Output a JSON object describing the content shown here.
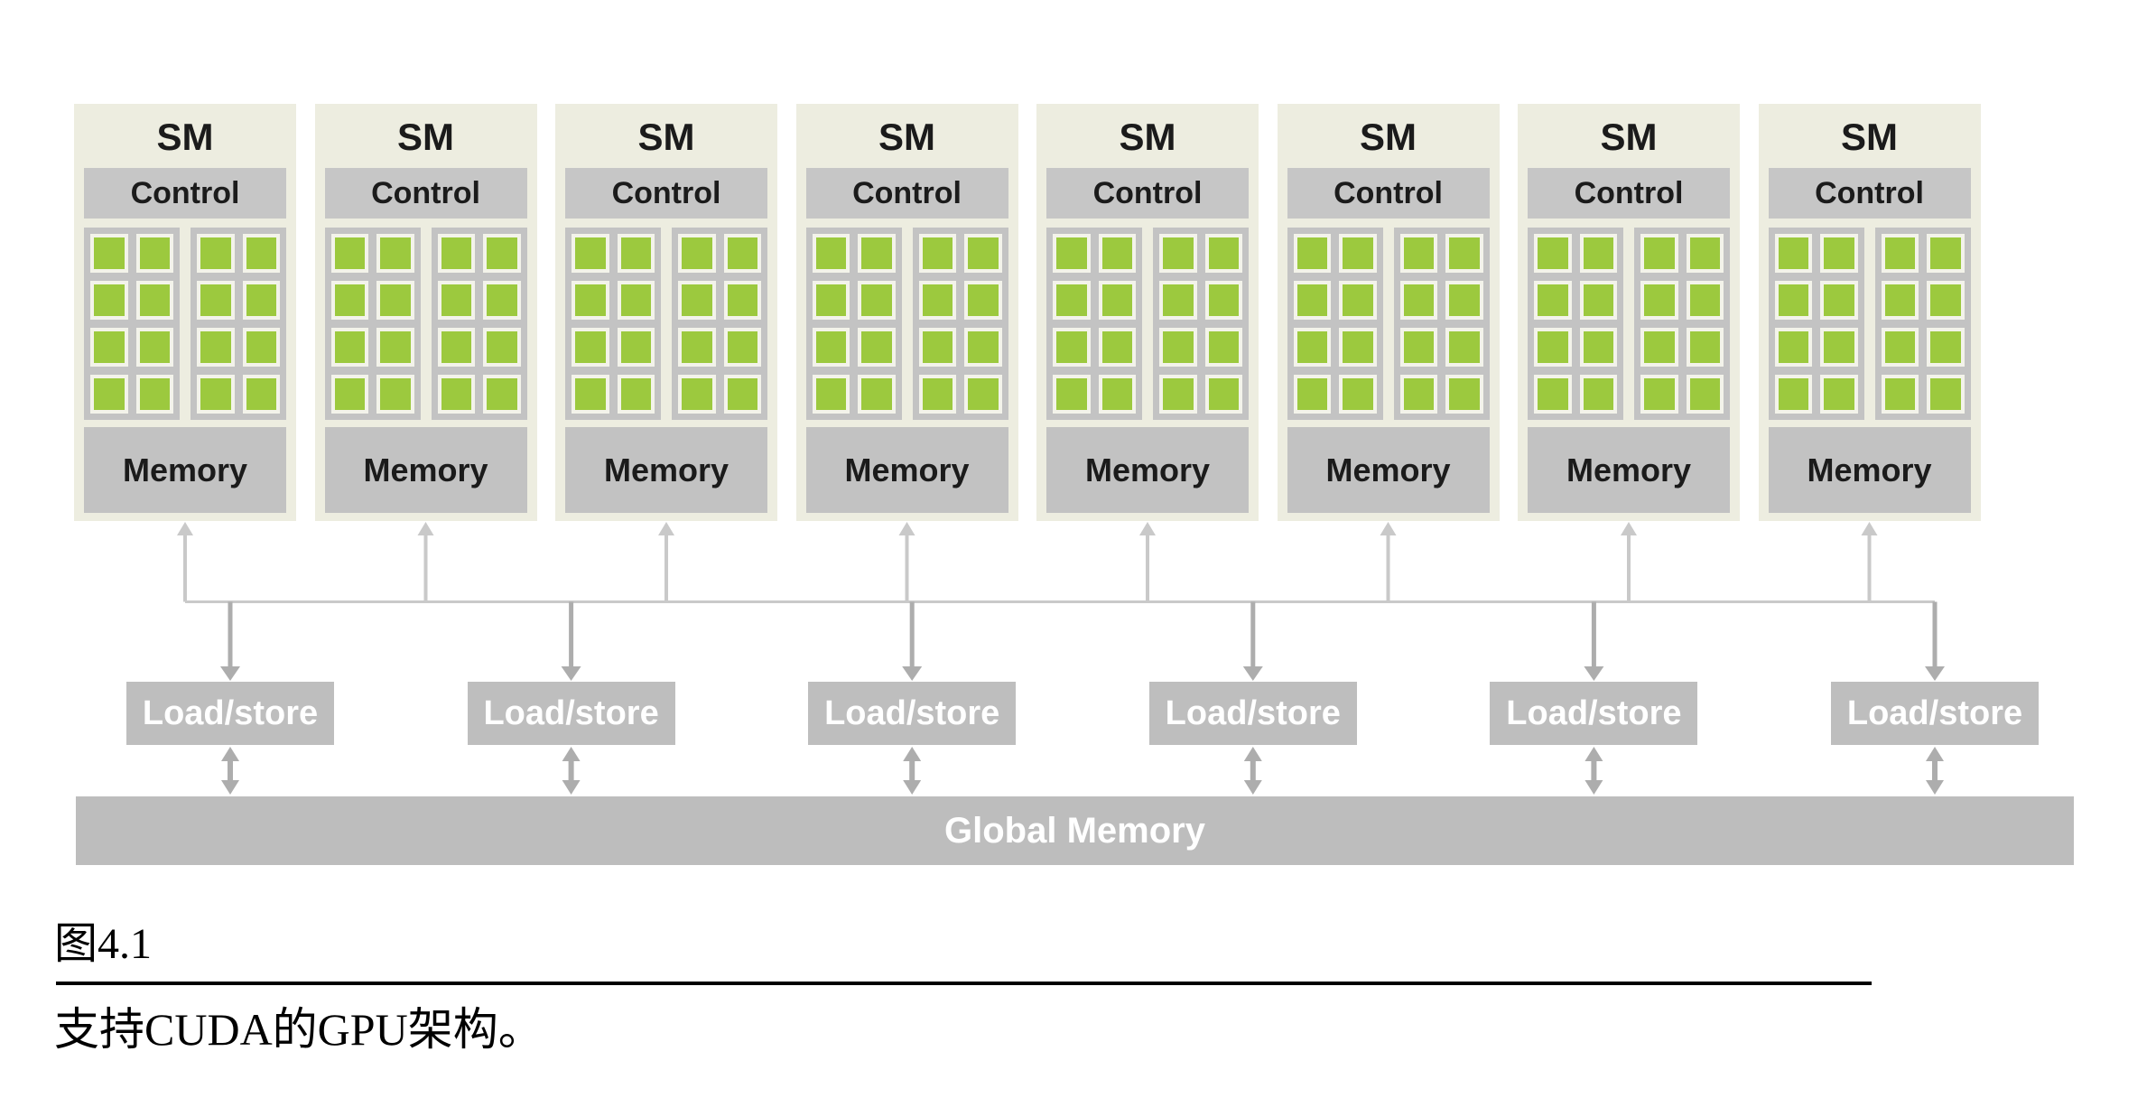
{
  "figure": {
    "sm": {
      "label": "SM",
      "control_label": "Control",
      "memory_label": "Memory",
      "count": 8,
      "core_panels": 2,
      "core_rows": 4,
      "core_cols": 2
    },
    "load_store": {
      "label": "Load/store",
      "count": 6
    },
    "global_memory_label": "Global Memory"
  },
  "caption": {
    "figure_number": "图4.1",
    "text": "支持CUDA的GPU架构。"
  },
  "colors": {
    "sm_background": "#EDEDE0",
    "control_gray": "#C6C6C6",
    "panel_gray": "#C3C3C3",
    "core_green": "#9CC93E",
    "cell_border": "#F3F3EA",
    "memory_gray": "#C2C2C2",
    "load_store_gray": "#BEBEBE",
    "global_memory_gray": "#BDBDBD",
    "bus_arrow_light": "#C9C9C9",
    "arrow_dark": "#ADADAD",
    "label_black": "#1B1B1B",
    "label_white": "#FFFFFF"
  }
}
